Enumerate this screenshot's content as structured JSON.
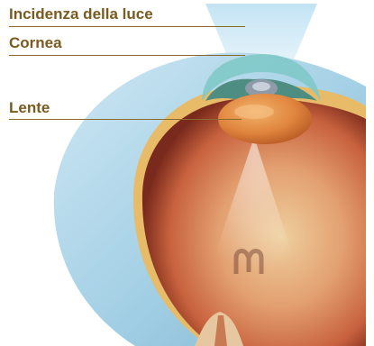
{
  "labels": {
    "light": "Incidenza della luce",
    "cornea": "Cornea",
    "lens": "Lente"
  },
  "colors": {
    "label_text": "#7a5a1e",
    "leader_line": "#8a6a2e",
    "sclera": "#a9d3e8",
    "light_beam": "#c8e6f4",
    "cornea": "#7fc7c8",
    "iris": "#4e8a80",
    "lens": "#e08a40",
    "retina": "#c45a3a",
    "choroid_rim": "#e8c070",
    "optic_nerve": "#e7c9a3"
  },
  "icons": [
    "eye-cross-section",
    "retinal-image-m"
  ]
}
